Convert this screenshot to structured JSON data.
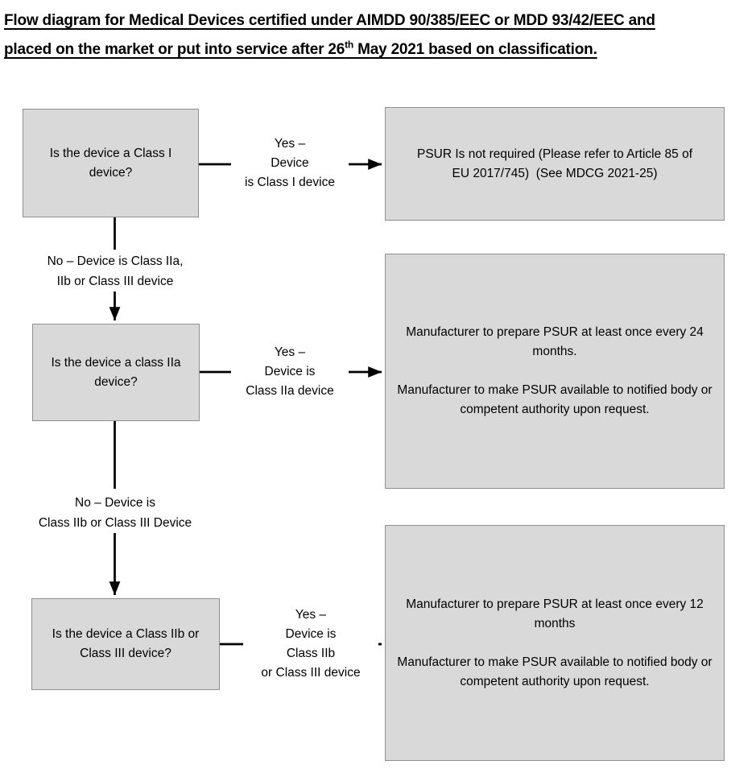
{
  "title": {
    "line1": "Flow diagram for Medical Devices certified under AIMDD 90/385/EEC or MDD 93/42/EEC and",
    "line2_pre": "placed on the market or put into service after 26",
    "line2_sup": "th",
    "line2_post": " May 2021 based on classification."
  },
  "colors": {
    "box_fill": "#d9d9d9",
    "box_border": "#8f8f8f",
    "arrow": "#000000",
    "text_color": "#000000",
    "background": "#ffffff"
  },
  "decisions": {
    "class_i": "Is the device a Class I device?",
    "class_iia": "Is the device a class IIa device?",
    "class_iib_iii": "Is the device a Class IIb or Class III device?"
  },
  "results": {
    "class_i": {
      "line1": "PSUR Is not required (Please refer to Article 85 of",
      "line2": "EU 2017/745)  (See MDCG 2021-25)"
    },
    "class_iia": {
      "para1": "Manufacturer to prepare PSUR at least once every 24 months.",
      "para2": "Manufacturer to make PSUR available to notified body or competent authority upon request."
    },
    "class_iib_iii": {
      "para1": "Manufacturer to prepare PSUR at least once every 12 months",
      "para2": "Manufacturer to make PSUR available to notified body or competent authority upon request."
    }
  },
  "edge_labels": {
    "yes_class_i": {
      "line1": "Yes –",
      "line2": "Device",
      "line3": "is Class I device"
    },
    "yes_class_iia": {
      "line1": "Yes –",
      "line2": "Device is",
      "line3": "Class IIa device"
    },
    "yes_class_iib_iii": {
      "line1": "Yes –",
      "line2": "Device is",
      "line3": "Class IIb",
      "line4": "or Class III device"
    },
    "no_class_i": {
      "line1": "No – Device is Class IIa,",
      "line2": "IIb or Class III device"
    },
    "no_class_iia": {
      "line1": "No – Device is",
      "line2": "Class IIb or Class III Device"
    }
  }
}
